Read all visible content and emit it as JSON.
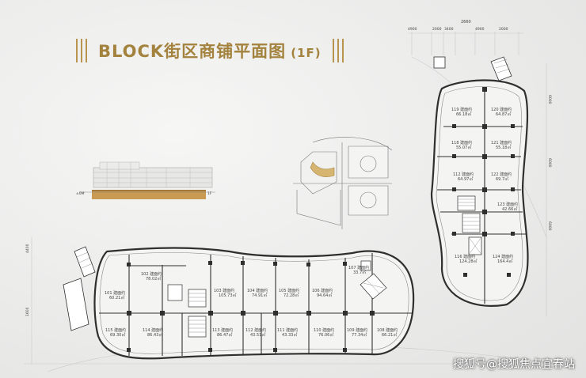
{
  "title": {
    "main": "BLOCK街区商铺平面图",
    "floor": "(1F)"
  },
  "watermark": "搜狐号@搜狐焦点宜春站",
  "elevation": {
    "left_mark": "±0M",
    "right_mark": "1F"
  },
  "area_word": "建面约",
  "right_building": {
    "top_dim": "2660",
    "units": [
      {
        "id": "119",
        "area": "66.18㎡"
      },
      {
        "id": "120",
        "area": "64.87㎡"
      },
      {
        "id": "118",
        "area": "55.07㎡"
      },
      {
        "id": "121",
        "area": "55.18㎡"
      },
      {
        "id": "112",
        "area": "64.97㎡"
      },
      {
        "id": "122",
        "area": "69.7㎡"
      },
      {
        "id": "123",
        "area": "42.66㎡"
      },
      {
        "id": "116",
        "area": "124.28㎡"
      },
      {
        "id": "124",
        "area": "164.4㎡"
      }
    ]
  },
  "bottom_building": {
    "top_units": [
      {
        "id": "101",
        "area": "60.21㎡"
      },
      {
        "id": "102",
        "area": "78.02㎡"
      },
      {
        "id": "103",
        "area": "105.73㎡"
      },
      {
        "id": "104",
        "area": "74.91㎡"
      },
      {
        "id": "105",
        "area": "72.28㎡"
      },
      {
        "id": "106",
        "area": "94.64㎡"
      },
      {
        "id": "107",
        "area": "33.7㎡"
      }
    ],
    "bottom_units": [
      {
        "id": "115",
        "area": "69.30㎡"
      },
      {
        "id": "114",
        "area": "86.43㎡"
      },
      {
        "id": "113",
        "area": "86.47㎡"
      },
      {
        "id": "112",
        "area": "43.51㎡"
      },
      {
        "id": "111",
        "area": "43.33㎡"
      },
      {
        "id": "110",
        "area": "76.06㎡"
      },
      {
        "id": "109",
        "area": "77.34㎡"
      },
      {
        "id": "108",
        "area": "66.21㎡"
      }
    ]
  },
  "colors": {
    "gold": "#a3823d",
    "wall": "#2f2f2f",
    "plan_bg": "#f4f4f3"
  }
}
